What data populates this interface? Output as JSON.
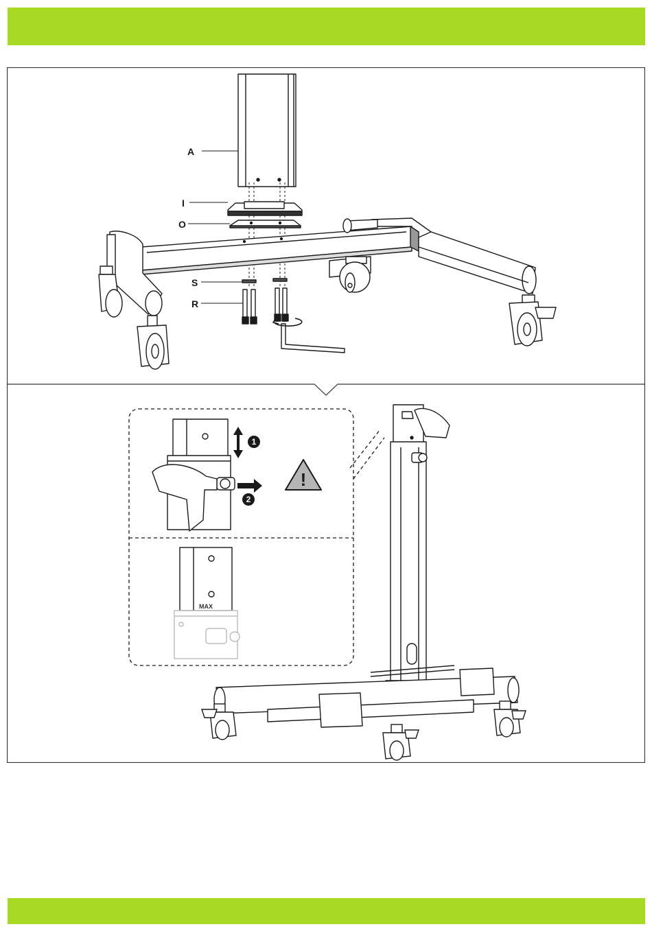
{
  "colors": {
    "accent": "#a8d923",
    "line": "#1a1a1a",
    "panel_border": "#333333"
  },
  "step1": {
    "parts": [
      {
        "key": "A",
        "label": "A"
      },
      {
        "key": "I",
        "label": "I"
      },
      {
        "key": "O",
        "label": "O"
      },
      {
        "key": "S",
        "label": "S"
      },
      {
        "key": "R",
        "label": "R"
      }
    ]
  },
  "step2": {
    "markers": [
      {
        "label": "1"
      },
      {
        "label": "2"
      }
    ],
    "warning": {
      "icon": "warning-triangle-icon",
      "symbol": "!"
    },
    "brand_text": "MAX"
  }
}
